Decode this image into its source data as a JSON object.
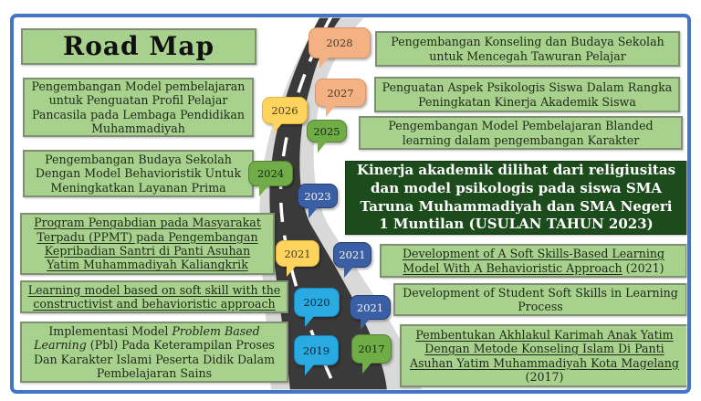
{
  "title": {
    "text": "Road Map"
  },
  "palette": {
    "frame_blue": "#4576C6",
    "box_green_fill": "#A9D18E",
    "box_green_border": "#7E8F72",
    "center_box_green": "#1C4B1C",
    "road_dark": "#3A3A3A",
    "road_light": "#D9D9D9",
    "road_dash": "#FFFFFF",
    "callout_peach": "#F4B183",
    "callout_yellow": "#FFD45E",
    "callout_green": "#71AD47",
    "callout_blue": "#3A5FA5",
    "callout_cyan": "#29ABE2"
  },
  "left_boxes": [
    {
      "text": "Pengembangan Model pembelajaran untuk Penguatan Profil Pelajar Pancasila pada Lembaga Pendidikan Muhammadiyah"
    },
    {
      "text": "Pengembangan Budaya Sekolah Dengan Model Behavioristik Untuk Meningkatkan Layanan Prima"
    },
    {
      "text": "Program Pengabdian pada Masyarakat Terpadu (PPMT) pada Pengembangan Kepribadian Santri di Panti Asuhan Yatim Muhammadiyah Kaliangkrik"
    },
    {
      "text": "Learning model based on soft skill with the constructivist and behavioristic approach"
    },
    {
      "prefix": "Implementasi Model ",
      "italic": "Problem Based Learning",
      "suffix": " (Pbl) Pada Keterampilan Proses Dan Karakter Islami Peserta Didik Dalam Pembelajaran Sains"
    }
  ],
  "right_boxes": [
    {
      "text": "Pengembangan Konseling dan Budaya Sekolah untuk Mencegah Tawuran Pelajar"
    },
    {
      "text": "Penguatan Aspek Psikologis Siswa Dalam Rangka Peningkatan Kinerja Akademik Siswa"
    },
    {
      "text": "Pengembangan Model Pembelajaran Blanded learning dalam pengembangan Karakter"
    },
    {
      "main": "Development of A Soft Skills-Based Learning Model With A Behavioristic Approach",
      "suffix": " (2021)"
    },
    {
      "text": "Development of Student Soft Skills in Learning Process"
    },
    {
      "main": "Pembentukan Akhlakul Karimah Anak Yatim Dengan Metode Konseling Islam Di Panti Asuhan Yatim Muhammadiyah Kota Magelang",
      "suffix": "(2017)"
    }
  ],
  "center_box": {
    "text": "Kinerja akademik dilihat dari religiusitas dan model psikologis pada siswa SMA Taruna Muhammadiyah dan SMA Negeri 1 Muntilan (USULAN TAHUN 2023)"
  },
  "timeline_years": [
    {
      "label": "2028"
    },
    {
      "label": "2027"
    },
    {
      "label": "2026"
    },
    {
      "label": "2025"
    },
    {
      "label": "2024"
    },
    {
      "label": "2023"
    },
    {
      "label": "2021"
    },
    {
      "label": "2021"
    },
    {
      "label": "2020"
    },
    {
      "label": "2021"
    },
    {
      "label": "2019"
    },
    {
      "label": "2017"
    }
  ]
}
